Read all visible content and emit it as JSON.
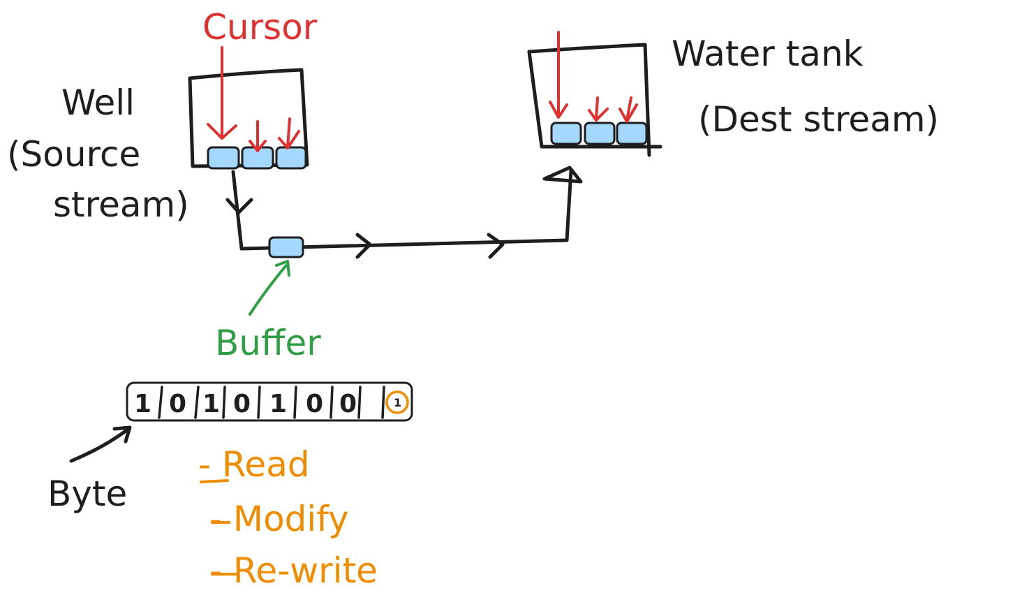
{
  "labels": {
    "cursor": "Cursor",
    "well": "Well",
    "source_stream": "(Source",
    "source_stream_2": "stream)",
    "water_tank": "Water tank",
    "dest_stream": "(Dest stream)",
    "buffer": "Buffer",
    "byte": "Byte"
  },
  "byte_bits": [
    "1",
    "0",
    "1",
    "0",
    "1",
    "0",
    "0",
    "1"
  ],
  "operations": [
    "- Read",
    "- Modify",
    "- Re-write"
  ],
  "colors": {
    "ink": "#1e1e1e",
    "cursor": "#e03131",
    "buffer_label": "#2f9e44",
    "operations": "#f08c00",
    "chunk_fill": "#a5d8ff"
  }
}
